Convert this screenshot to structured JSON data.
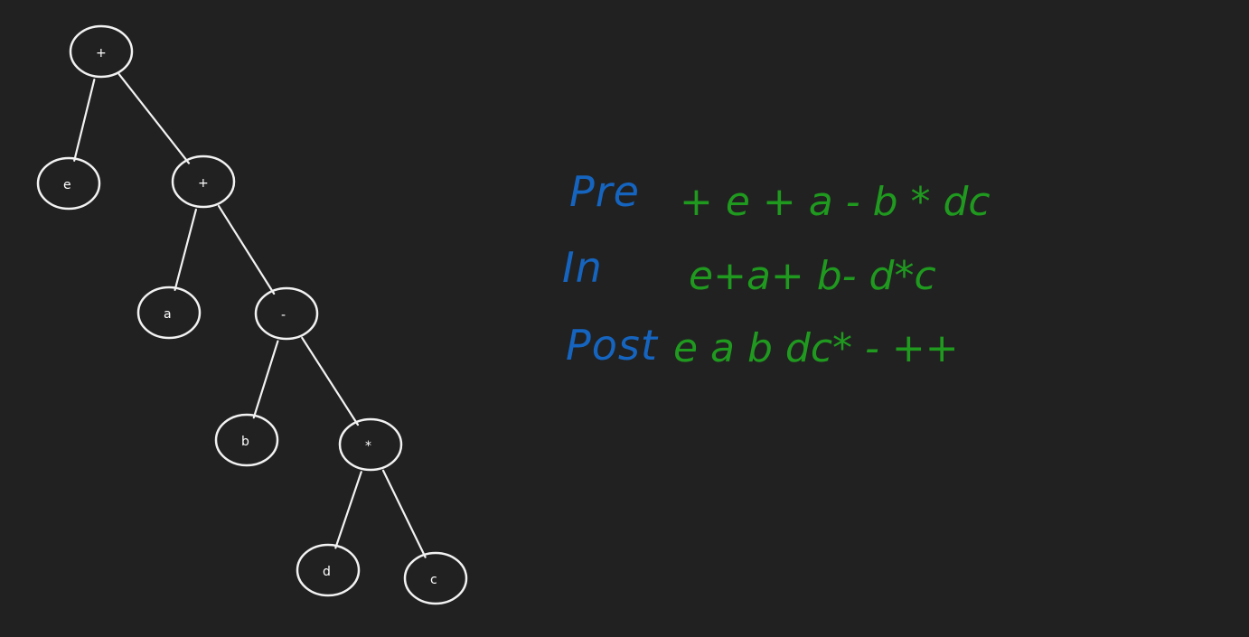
{
  "tree": {
    "nodes": [
      {
        "id": "root",
        "label": "+"
      },
      {
        "id": "e",
        "label": "e"
      },
      {
        "id": "plus2",
        "label": "+"
      },
      {
        "id": "a",
        "label": "a"
      },
      {
        "id": "minus",
        "label": "-"
      },
      {
        "id": "b",
        "label": "b"
      },
      {
        "id": "star",
        "label": "*"
      },
      {
        "id": "d",
        "label": "d"
      },
      {
        "id": "c",
        "label": "c"
      }
    ],
    "edges": [
      [
        "root",
        "e"
      ],
      [
        "root",
        "plus2"
      ],
      [
        "plus2",
        "a"
      ],
      [
        "plus2",
        "minus"
      ],
      [
        "minus",
        "b"
      ],
      [
        "minus",
        "star"
      ],
      [
        "star",
        "d"
      ],
      [
        "star",
        "c"
      ]
    ]
  },
  "notes": {
    "pre_label": "Pre",
    "pre_value": "+ e + a - b * dc",
    "in_label": "In",
    "in_value": "e+a+ b- d*c",
    "post_label": "Post",
    "post_value": "e a b dc* - ++"
  },
  "colors": {
    "background": "#212121",
    "tree_stroke": "#f2f2f2",
    "label_ink": "#1565c0",
    "value_ink": "#1f9a1f"
  }
}
